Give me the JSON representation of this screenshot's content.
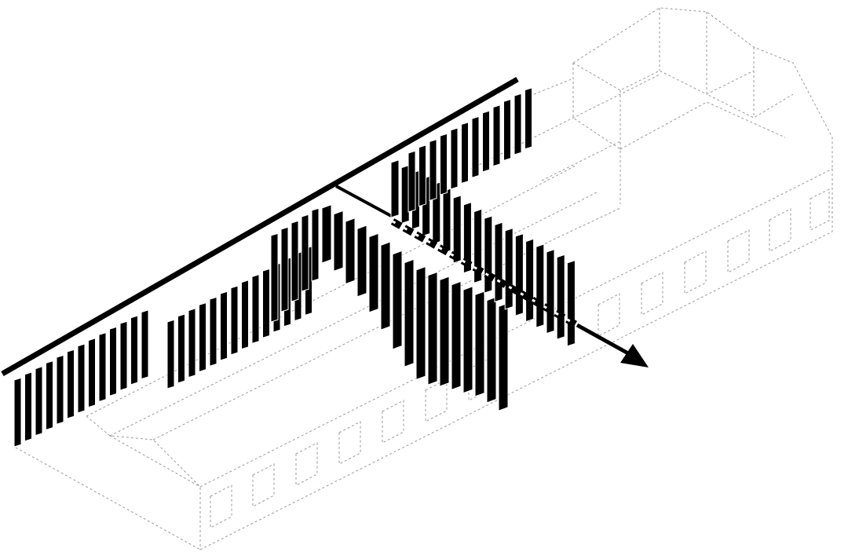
{
  "diagram": {
    "type": "axonometric",
    "labels": [],
    "colors": {
      "background": "#ffffff",
      "ghost_lines": "#9a9a9a",
      "fins": "#000000",
      "beam": "#000000",
      "arrow": "#000000"
    },
    "elements": [
      "dashed-building-outline",
      "canopy-beam",
      "vertical-fin-screen",
      "circulation-arrow"
    ]
  }
}
